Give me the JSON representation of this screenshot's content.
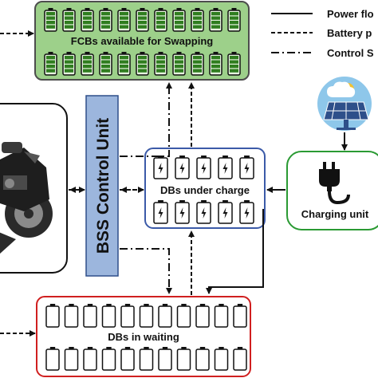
{
  "fcb_box": {
    "label": "FCBs available for Swapping",
    "fill": "#9dd08a",
    "border": "#4d4d4d",
    "battery_color": "#2f7d1f",
    "rows": 2,
    "per_row": 11
  },
  "db_charge_box": {
    "label": "DBs under charge",
    "border": "#3b5aa8",
    "rows": 2,
    "per_row": 5
  },
  "db_wait_box": {
    "label": "DBs in waiting",
    "border": "#d01f1f",
    "rows": 2,
    "per_row": 11
  },
  "control_unit": {
    "label": "BSS Control Unit",
    "fill": "#9cb6dd",
    "border": "#2e4f8a"
  },
  "charging_unit": {
    "label": "Charging unit",
    "border": "#2a9a33",
    "icon": "plug-icon"
  },
  "legend": {
    "power_flow": "Power flo",
    "battery": "Battery p",
    "control": "Control S"
  },
  "icons": {
    "solar": "solar-panel-icon",
    "motorcycle": "motorcycle-icon"
  }
}
